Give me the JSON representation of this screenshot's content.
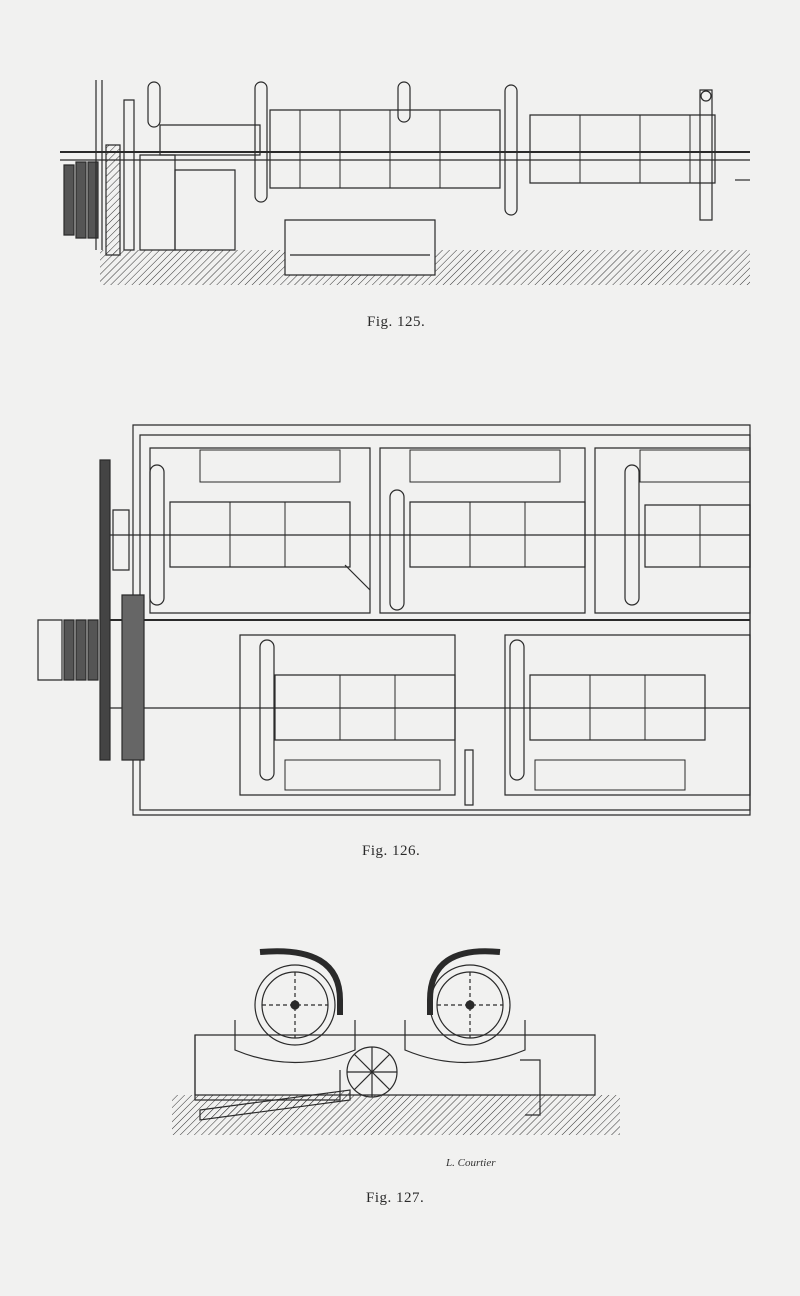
{
  "figures": [
    {
      "id": "fig-125",
      "caption": "Fig. 125."
    },
    {
      "id": "fig-126",
      "caption": "Fig. 126."
    },
    {
      "id": "fig-127",
      "caption": "Fig. 127.",
      "signature": "L. Courtier"
    }
  ],
  "colors": {
    "paper": "#f1f1f0",
    "ink": "#2a2a2a"
  }
}
